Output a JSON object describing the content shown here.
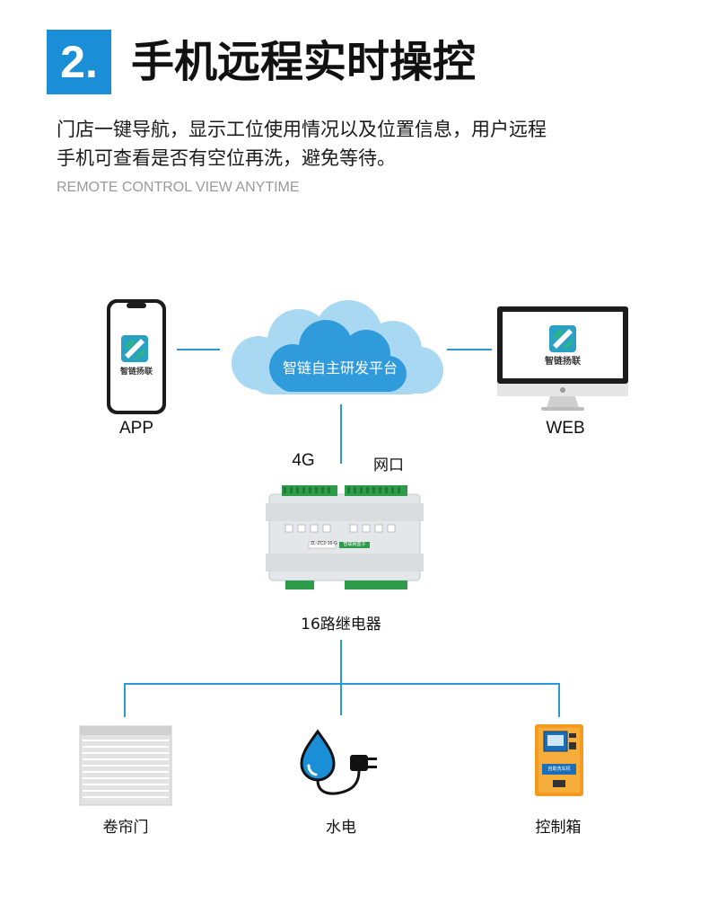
{
  "header": {
    "number": "2.",
    "title": "手机远程实时操控",
    "description_lines": [
      "门店一键导航，显示工位使用情况以及位置信息，用户远程",
      "手机可查看是否有空位再洗，避免等待。"
    ],
    "subtitle": "REMOTE CONTROL VIEW ANYTIME"
  },
  "diagram": {
    "cloud_label": "智链自主研发平台",
    "brand_text": "智链扬联",
    "app_label": "APP",
    "web_label": "WEB",
    "link_4g": "4G",
    "link_net": "网口",
    "relay_label": "16路继电器",
    "relay_model": "ZL-ZC2-16-G",
    "relay_brand": "智联网盒子",
    "outputs": [
      {
        "label": "卷帘门",
        "icon": "rolling-shutter-icon"
      },
      {
        "label": "水电",
        "icon": "water-electricity-icon"
      },
      {
        "label": "控制箱",
        "icon": "control-box-icon"
      }
    ],
    "control_box_text": "自助洗车机"
  },
  "colors": {
    "accent": "#1a8fd8",
    "line": "#2a97d6",
    "cloud_light": "#a9d9f2",
    "cloud_dark": "#2f9bdb",
    "subtitle_gray": "#9a9a9a",
    "relay_green": "#2e9b4a",
    "box_orange": "#f39a1f"
  }
}
